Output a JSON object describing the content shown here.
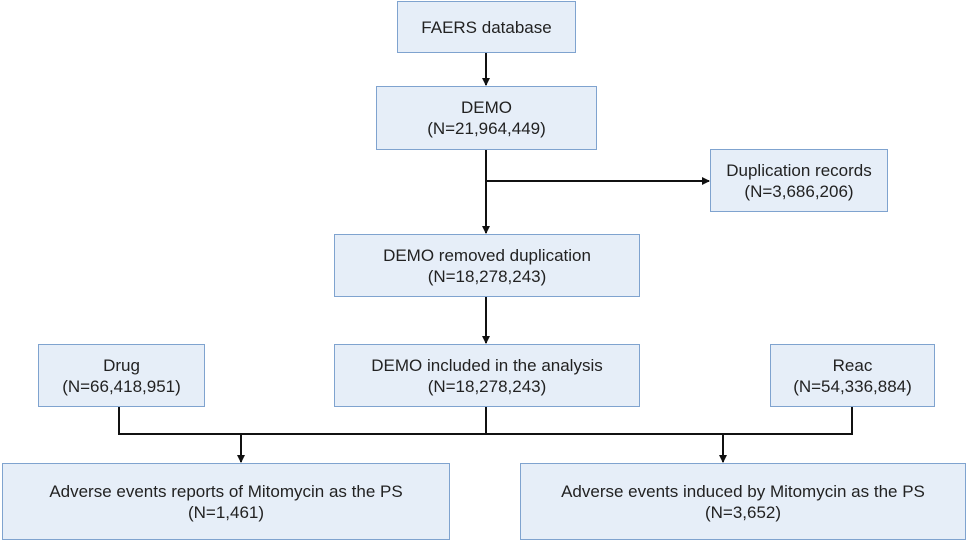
{
  "nodes": {
    "faers": {
      "line1": "FAERS database"
    },
    "demo": {
      "line1": "DEMO",
      "line2": "(N=21,964,449)"
    },
    "duplication": {
      "line1": "Duplication records",
      "line2": "(N=3,686,206)"
    },
    "demo_removed": {
      "line1": "DEMO removed duplication",
      "line2": "(N=18,278,243)"
    },
    "drug": {
      "line1": "Drug",
      "line2": "(N=66,418,951)"
    },
    "demo_included": {
      "line1": "DEMO included in the analysis",
      "line2": "(N=18,278,243)"
    },
    "reac": {
      "line1": "Reac",
      "line2": "(N=54,336,884)"
    },
    "ae_reports": {
      "line1": "Adverse events reports of Mitomycin as the PS",
      "line2": "(N=1,461)"
    },
    "ae_induced": {
      "line1": "Adverse events induced by Mitomycin as the PS",
      "line2": "(N=3,652)"
    }
  },
  "colors": {
    "box_fill": "#e6eef8",
    "box_border": "#7fa3cf",
    "line": "#111111"
  }
}
